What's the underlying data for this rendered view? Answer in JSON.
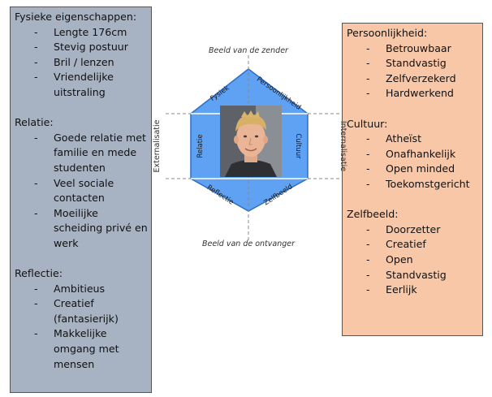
{
  "left": {
    "sections": [
      {
        "title": "Fysieke eigenschappen:",
        "items": [
          "Lengte 176cm",
          "Stevig postuur",
          "Bril / lenzen",
          "Vriendelijke uitstraling"
        ]
      },
      {
        "title": "Relatie:",
        "items": [
          "Goede relatie met familie en mede studenten",
          "Veel sociale contacten",
          "Moeilijke scheiding privé en werk"
        ]
      },
      {
        "title": "Reflectie:",
        "items": [
          "Ambitieus",
          "Creatief (fantasierijk)",
          "Makkelijke omgang met mensen"
        ]
      }
    ]
  },
  "right": {
    "sections": [
      {
        "title": "Persoonlijkheid:",
        "items": [
          "Betrouwbaar",
          "Standvastig",
          "Zelfverzekerd",
          "Hardwerkend"
        ]
      },
      {
        "title": "Cultuur:",
        "items": [
          "Atheïst",
          "Onafhankelijk",
          "Open minded",
          "Toekomstgericht"
        ]
      },
      {
        "title": "Zelfbeeld:",
        "items": [
          "Doorzetter",
          "Creatief",
          "Open",
          "Standvastig",
          "Eerlijk"
        ]
      }
    ]
  },
  "diagram": {
    "top_label": "Beeld van de zender",
    "bottom_label": "Beeld van de ontvanger",
    "left_axis_label": "Externalisatie",
    "right_axis_label": "Internalisatie",
    "segments": {
      "fysiek": "Fysiek",
      "persoonlijkheid": "Persoonlijkheid",
      "relatie": "Relatie",
      "cultuur": "Cultuur",
      "reflectie": "Reflectie",
      "zelfbeeld": "Zelfbeeld"
    },
    "colors": {
      "hexagon_fill": "#5fa1f2",
      "hexagon_stroke": "#2f6fc6",
      "dashed": "#888888"
    }
  }
}
